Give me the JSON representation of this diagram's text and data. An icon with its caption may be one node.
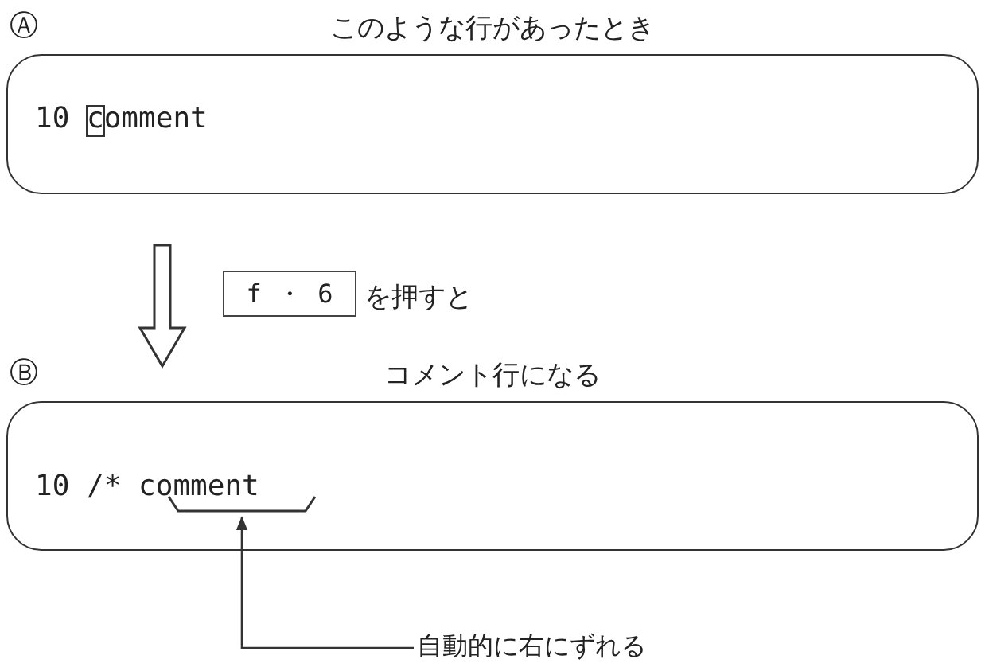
{
  "diagram": {
    "nodes": [
      {
        "text": [
          "このような行があったとき",
          "10 comment"
        ],
        "beside": [
          "Ⓐ"
        ]
      },
      {
        "text": [
          "f ・ 6"
        ],
        "beside": [
          "を押すと"
        ]
      },
      {
        "text": [
          "コメント行になる",
          "10 /* comment"
        ],
        "beside": [
          "Ⓑ"
        ]
      },
      {
        "text": [
          "自動的に右にずれる"
        ]
      },
      {
        "text": [],
        "shape": "bracket",
        "in": 2
      }
    ],
    "edges": [
      {
        "from": 0,
        "to": 2,
        "arrow": "to",
        "style": "thick"
      },
      {
        "from": 3,
        "to": 4,
        "arrow": "to"
      }
    ]
  }
}
